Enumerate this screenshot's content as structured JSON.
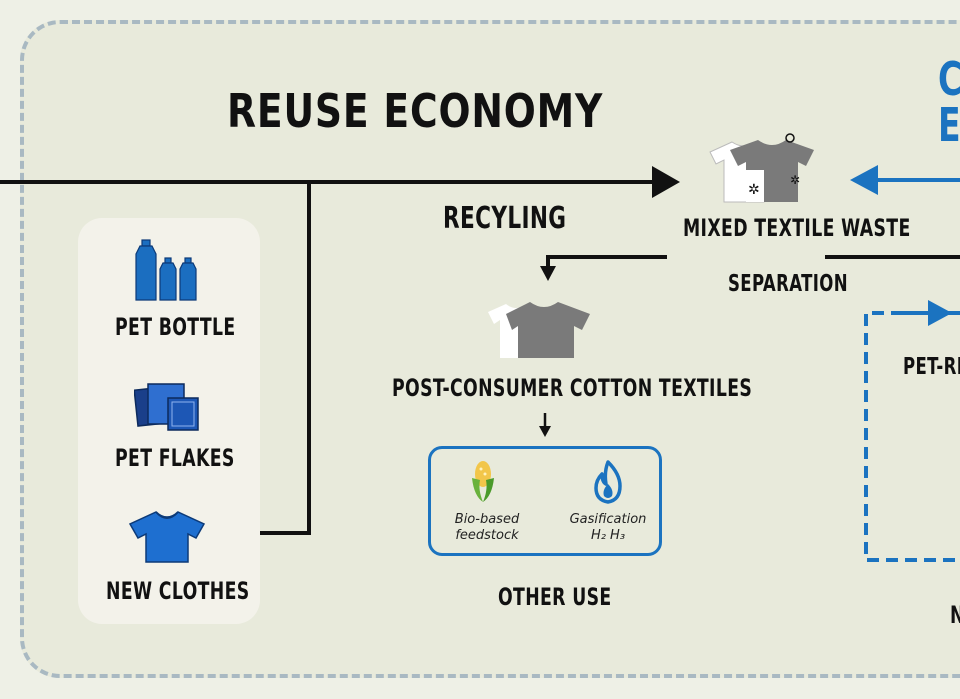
{
  "diagram": {
    "title": "REUSE ECONOMY",
    "right_title": [
      "C",
      "E"
    ],
    "recycling": "RECYLING",
    "mixed_waste": "MIXED TEXTILE WASTE",
    "separation": "SEPARATION",
    "post_consumer": "POST-CONSUMER COTTON TEXTILES",
    "other_use": "OTHER USE",
    "pet_rich": "PET-RI",
    "right_cut": "N",
    "bio_based": [
      "Bio-based",
      "feedstock"
    ],
    "gasification": [
      "Gasification",
      "H₂ H₃"
    ],
    "pet_chain": {
      "pet_bottle": "PET BOTTLE",
      "pet_flakes": "PET FLAKES",
      "new_clothes": "NEW CLOTHES"
    }
  },
  "colors": {
    "blue": "#1b73c0",
    "gray": "#7a7a7a",
    "black": "#111111",
    "dash": "#a9b9c2"
  },
  "icons": [
    "bottles-icon",
    "flakes-icon",
    "tshirt-icon",
    "mixed-tshirts-icon",
    "cotton-tshirts-icon",
    "corn-icon",
    "flame-icon"
  ]
}
